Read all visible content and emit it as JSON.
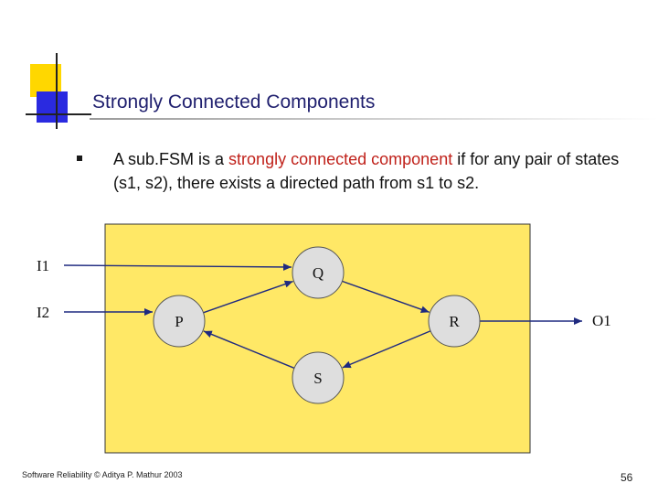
{
  "slide": {
    "title": "Strongly Connected Components",
    "bullet": {
      "before": "A sub.FSM is a ",
      "highlight": "strongly connected component",
      "after": " if for any pair of states (s1, s2), there exists a directed path from s1 to s2."
    },
    "highlight_color": "#c0221b",
    "accent_colors": {
      "yellow": "#ffd700",
      "blue": "#2a2ae0"
    }
  },
  "diagram": {
    "region_fill": "#ffe866",
    "node_fill": "#dedede",
    "arrow_color": "#1f2a80",
    "nodes": [
      {
        "id": "Q",
        "label": "Q"
      },
      {
        "id": "P",
        "label": "P"
      },
      {
        "id": "R",
        "label": "R"
      },
      {
        "id": "S",
        "label": "S"
      }
    ],
    "inputs": [
      {
        "label": "I1",
        "target": "Q"
      },
      {
        "label": "I2",
        "target": "P"
      }
    ],
    "outputs": [
      {
        "label": "O1",
        "source": "R"
      }
    ],
    "edges": [
      {
        "from": "P",
        "to": "Q"
      },
      {
        "from": "Q",
        "to": "R"
      },
      {
        "from": "R",
        "to": "S"
      },
      {
        "from": "S",
        "to": "P"
      }
    ]
  },
  "footer": {
    "text": "Software Reliability © Aditya P. Mathur 2003",
    "page_number": "56"
  }
}
